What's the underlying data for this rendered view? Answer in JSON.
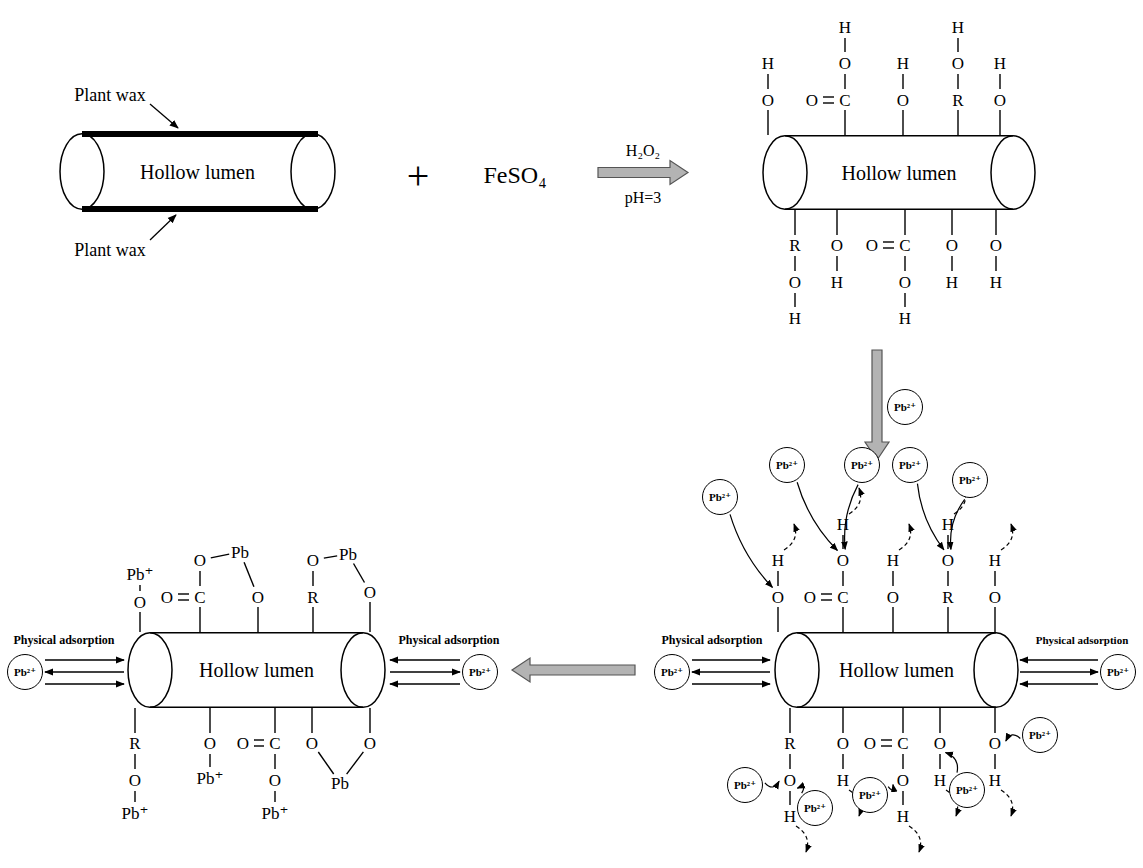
{
  "diagram": {
    "nodes": [
      {
        "text": [
          "Hollow lumen"
        ]
      },
      {
        "text": [
          "Hollow lumen"
        ]
      },
      {
        "text": [
          "Pb²⁺"
        ]
      },
      {
        "text": [
          "Hollow lumen"
        ]
      },
      {
        "text": [
          "Pb²⁺"
        ]
      },
      {
        "text": [
          "Pb²⁺"
        ]
      },
      {
        "text": [
          "Hollow lumen"
        ]
      },
      {
        "text": [
          "Pb²⁺"
        ]
      },
      {
        "text": [
          "Pb²⁺"
        ]
      },
      {
        "text": [
          "Pb²⁺"
        ]
      },
      {
        "text": [
          "Pb²⁺"
        ]
      },
      {
        "text": [
          "Pb²⁺"
        ]
      },
      {
        "text": [
          "Pb²⁺"
        ]
      },
      {
        "text": [
          "Pb²⁺"
        ]
      },
      {
        "text": [
          "Pb²⁺"
        ]
      },
      {
        "text": [
          "Pb²⁺"
        ]
      },
      {
        "text": [
          "Pb²⁺"
        ]
      },
      {
        "text": [
          "Pb²⁺"
        ]
      },
      {
        "text": [
          "Pb²⁺"
        ]
      }
    ],
    "edges": [
      {
        "from": 0,
        "to": 1,
        "label": "H₂O₂",
        "arrow": "to"
      },
      {
        "from": 1,
        "to": 6,
        "arrow": "to"
      },
      {
        "from": 6,
        "to": 3,
        "arrow": "to"
      }
    ],
    "labels": [
      "Plant wax",
      "Plant wax",
      "+",
      "FeSO₄",
      "pH=3",
      "O",
      "H",
      "O",
      "C",
      "O",
      "H",
      "O",
      "H",
      "R",
      "O",
      "H",
      "O",
      "H",
      "R",
      "O",
      "H",
      "O",
      "H",
      "O",
      "C",
      "O",
      "H",
      "O",
      "H",
      "O",
      "H",
      "O",
      "H",
      "O",
      "C",
      "O",
      "H",
      "O",
      "H",
      "R",
      "O",
      "H",
      "O",
      "H",
      "R",
      "O",
      "H",
      "O",
      "H",
      "O",
      "C",
      "O",
      "H",
      "O",
      "H",
      "O",
      "H",
      "O",
      "Pb⁺",
      "O",
      "C",
      "O",
      "Pb",
      "O",
      "R",
      "O",
      "Pb",
      "O",
      "R",
      "O",
      "Pb⁺",
      "O",
      "Pb⁺",
      "O",
      "C",
      "O",
      "Pb⁺",
      "O",
      "O",
      "Pb",
      "Physical adsorption",
      "Physical adsorption",
      "Physical adsorption",
      "Physical adsorption"
    ]
  }
}
